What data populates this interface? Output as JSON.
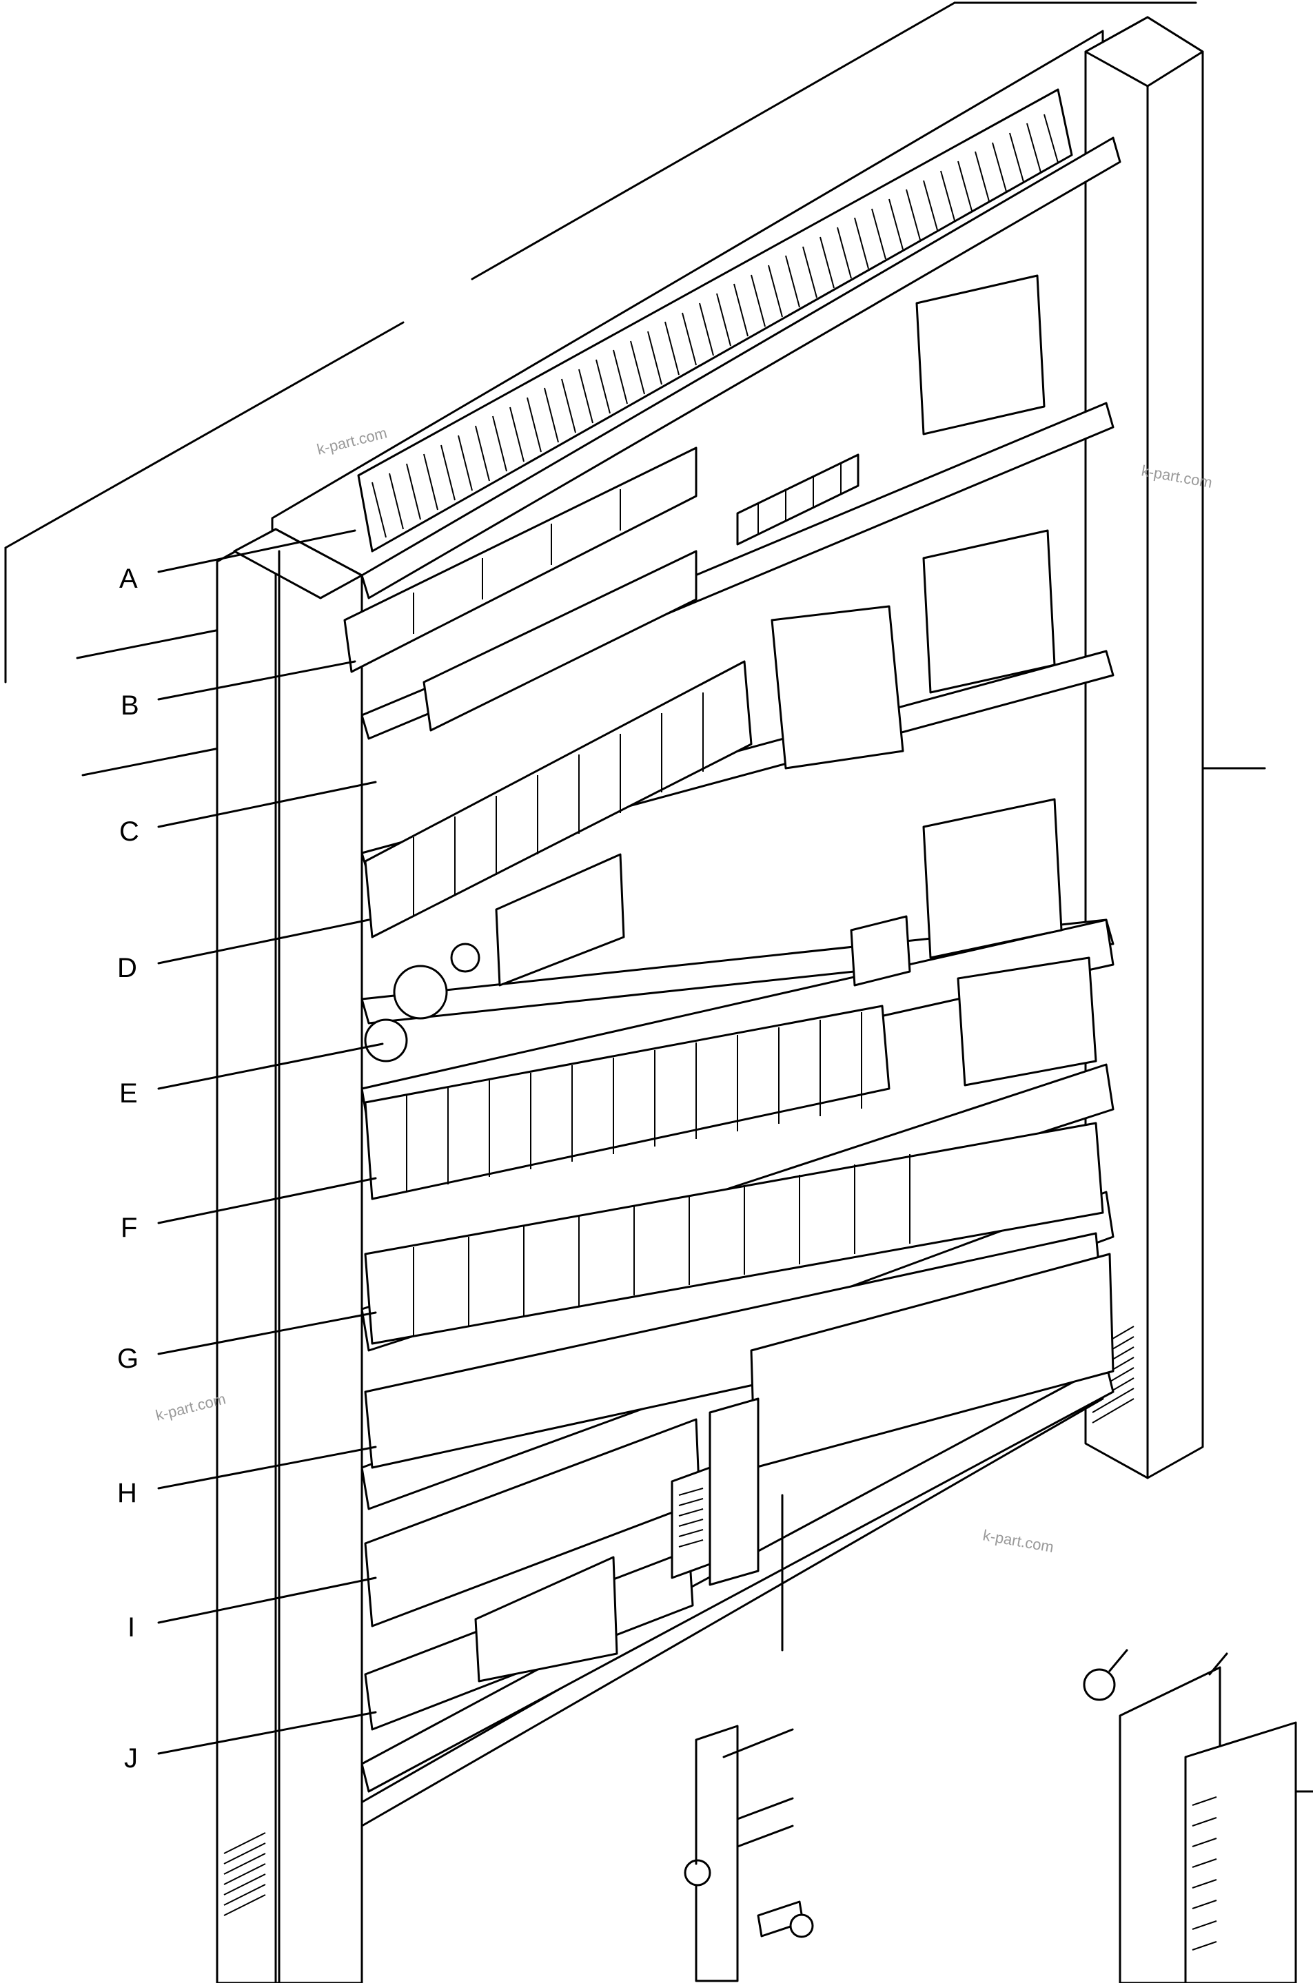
{
  "labels": [
    "A",
    "B",
    "C",
    "D",
    "E",
    "F",
    "G",
    "H",
    "I",
    "J"
  ],
  "watermark": "k-part.com"
}
